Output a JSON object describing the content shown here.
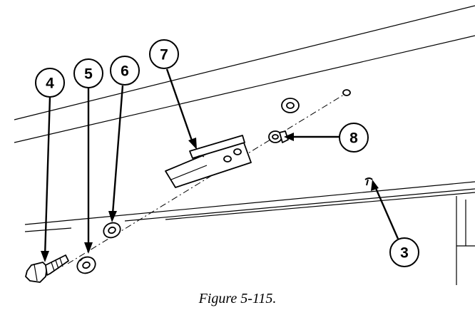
{
  "figure": {
    "caption": "Figure 5-115.",
    "callouts": [
      {
        "id": "c4",
        "label": "4"
      },
      {
        "id": "c5",
        "label": "5"
      },
      {
        "id": "c6",
        "label": "6"
      },
      {
        "id": "c7",
        "label": "7"
      },
      {
        "id": "c8",
        "label": "8"
      },
      {
        "id": "c3",
        "label": "3"
      }
    ],
    "parts": [
      "bolt",
      "lock-washer",
      "flat-washer",
      "bracket",
      "bushing",
      "washer",
      "grommet-marker"
    ]
  }
}
